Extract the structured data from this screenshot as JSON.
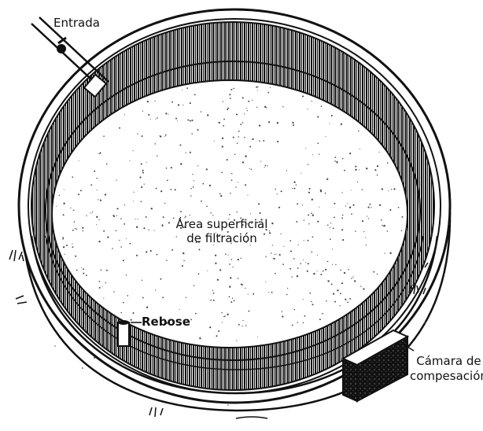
{
  "labels": {
    "entrada": "Entrada",
    "area_line1": "Área superficial",
    "area_line2": "de filtración",
    "rebose": "Rebose",
    "camara_line1": "Cámara de",
    "camara_line2": "compesación"
  },
  "colors": {
    "ink": "#111111",
    "paper": "#ffffff",
    "sand_dots": "#444444"
  }
}
